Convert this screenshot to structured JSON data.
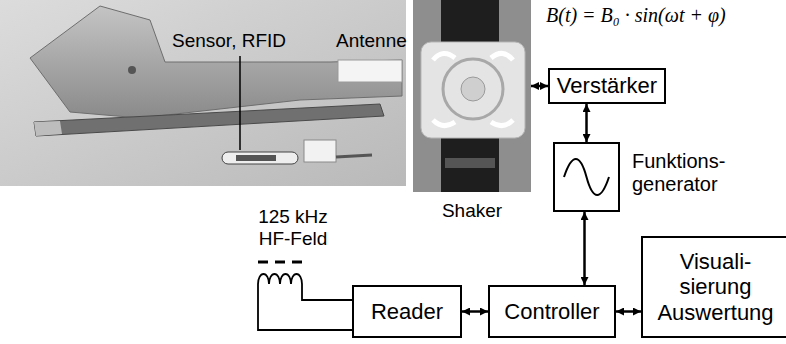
{
  "diagram": {
    "nodes": [
      {
        "text": [
          "Shaker"
        ]
      },
      {
        "text": [
          "Verstärker"
        ]
      },
      {
        "text": [
          "Funktions- generator"
        ]
      },
      {
        "text": [
          "Reader"
        ]
      },
      {
        "text": [
          "Controller"
        ]
      },
      {
        "text": [
          "Visuali- sierung Auswertung"
        ]
      }
    ],
    "edges": [
      {
        "from": 0,
        "to": 1,
        "arrow": "both"
      },
      {
        "from": 1,
        "to": 2,
        "arrow": "both"
      },
      {
        "from": 2,
        "to": 4,
        "arrow": "both"
      },
      {
        "from": 3,
        "to": 4,
        "arrow": "both"
      },
      {
        "from": 4,
        "to": 5,
        "arrow": "both"
      }
    ],
    "labels": [
      "Sensor, RFID",
      "Antenne",
      "B(t) = B₀ · sin(ωt + φ)",
      "125 kHz HF-Feld"
    ]
  }
}
